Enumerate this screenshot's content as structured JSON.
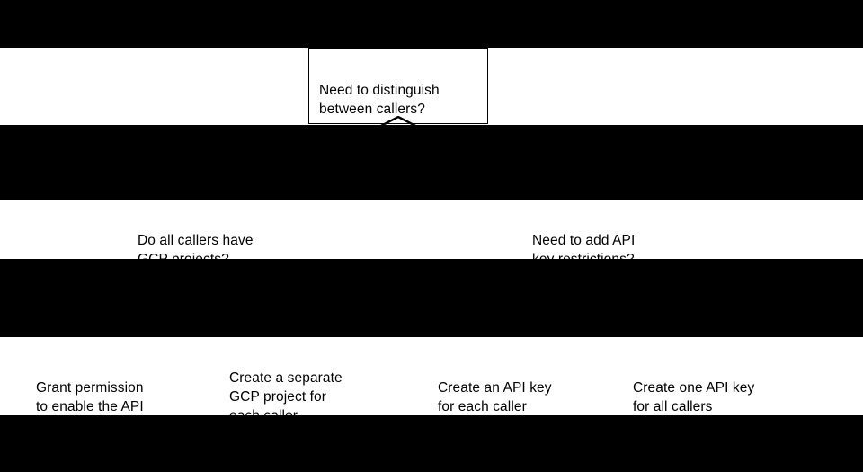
{
  "diagram": {
    "type": "decision-flowchart",
    "background_color": "#000000",
    "node_fill_color": "#ffffff",
    "node_text_color": "#000000",
    "nodes": [
      {
        "id": "root",
        "role": "decision",
        "text": "Need to distinguish\nbetween callers?",
        "row": 1
      },
      {
        "id": "gcp-projects",
        "role": "decision",
        "text": "Do all callers have\nGCP projects?",
        "row": 2
      },
      {
        "id": "key-restrictions",
        "role": "decision",
        "text": "Need to add API\nkey restrictions?",
        "row": 2
      },
      {
        "id": "grant-permission",
        "role": "outcome",
        "text": "Grant permission\nto enable the API",
        "row": 3
      },
      {
        "id": "separate-project",
        "role": "outcome",
        "text": "Create a separate\nGCP project for\neach caller",
        "row": 3
      },
      {
        "id": "key-each-caller",
        "role": "outcome",
        "text": "Create an API key\nfor each caller",
        "row": 3
      },
      {
        "id": "key-all-callers",
        "role": "outcome",
        "text": "Create one API key\nfor all callers",
        "row": 3
      }
    ],
    "connectors": [
      {
        "id": "root-down",
        "from": "root",
        "shape": "chevron-arrowhead",
        "direction": "down"
      }
    ]
  }
}
